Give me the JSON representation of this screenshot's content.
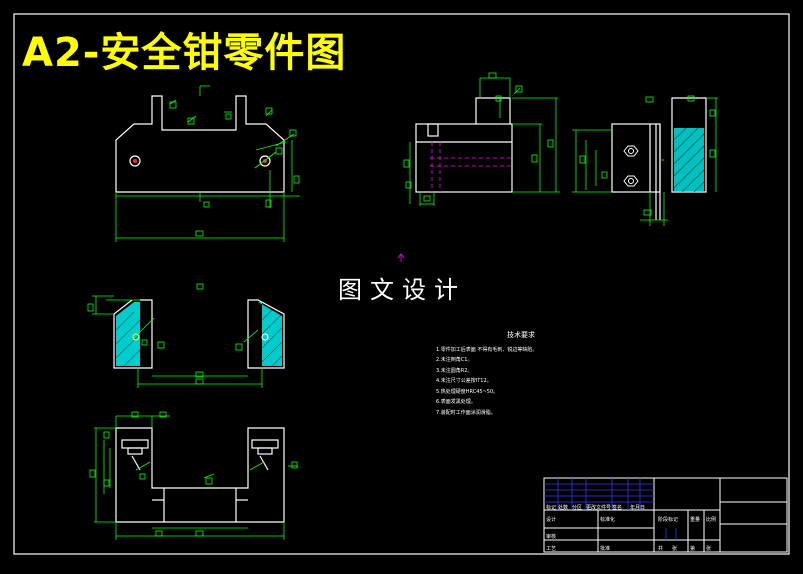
{
  "title": "A2-安全钳零件图",
  "watermark": "图文设计",
  "colors": {
    "background": "#000000",
    "border": "#ffffff",
    "outline": "#ffffff",
    "dimension": "#00ff00",
    "title_text": "#ffff00",
    "hatch": "#00ffff",
    "hidden_line": "#ff00ff",
    "title_block_grid": "#0000ff"
  },
  "tech_notes": {
    "heading": "技术要求",
    "lines": [
      "1.零件加工后表面 不得有毛刺、锐边等缺陷。",
      "2.未注倒角C1。",
      "3.未注圆角R2。",
      "4.未注尺寸公差按IT12。",
      "5.热处理硬度HRC45~50。",
      "6.表面发黑处理。",
      "7.装配时工作面涂润滑脂。"
    ]
  },
  "title_block": {
    "rows": [
      [
        "标记",
        "处数",
        "分区",
        "更改文件号",
        "签名",
        "年月日"
      ],
      [
        "设计",
        "",
        "标准化",
        "",
        "阶段标记",
        "重量",
        "比例"
      ],
      [
        "审核",
        "",
        "",
        "",
        "",
        "",
        ""
      ],
      [
        "工艺",
        "",
        "批准",
        "",
        "共",
        "张",
        "第",
        "张"
      ]
    ]
  }
}
